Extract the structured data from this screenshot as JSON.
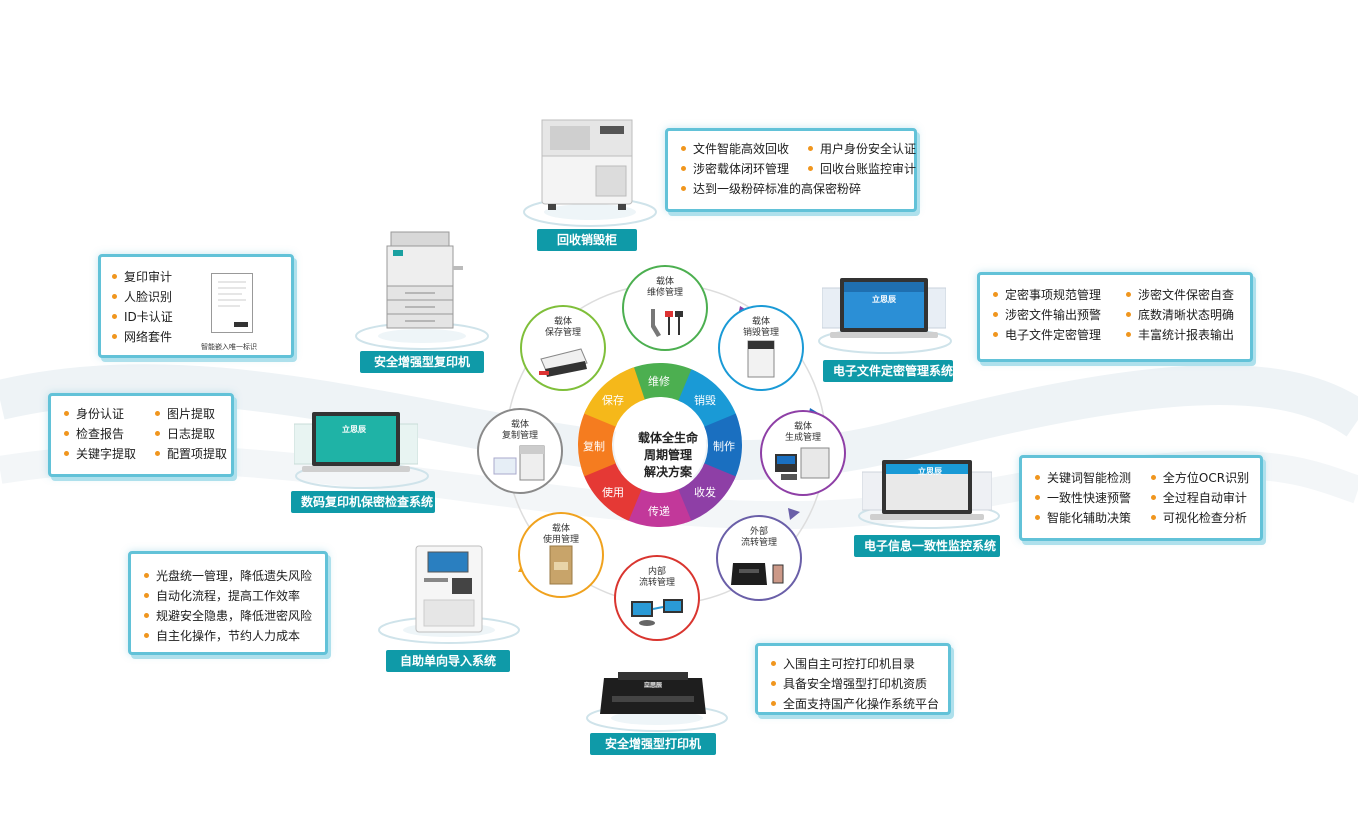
{
  "center": {
    "lines": [
      "载体全生命",
      "周期管理",
      "解决方案"
    ],
    "segments": [
      "维修",
      "销毁",
      "制作",
      "收发",
      "传递",
      "使用",
      "复制",
      "保存"
    ]
  },
  "nodes": [
    {
      "id": "repair",
      "line1": "载体",
      "line2": "维修管理",
      "color": "#4caf50"
    },
    {
      "id": "destroy",
      "line1": "载体",
      "line2": "销毁管理",
      "color": "#1a9ad6"
    },
    {
      "id": "produce",
      "line1": "载体",
      "line2": "生成管理",
      "color": "#8e3fa6"
    },
    {
      "id": "external",
      "line1": "外部",
      "line2": "流转管理",
      "color": "#6a5fa8"
    },
    {
      "id": "internal",
      "line1": "内部",
      "line2": "流转管理",
      "color": "#d9352f"
    },
    {
      "id": "usage",
      "line1": "载体",
      "line2": "使用管理",
      "color": "#f0a21e"
    },
    {
      "id": "copy",
      "line1": "载体",
      "line2": "复制管理",
      "color": "#8a8a8a"
    },
    {
      "id": "preserve",
      "line1": "载体",
      "line2": "保存管理",
      "color": "#7fbf3a"
    }
  ],
  "modules": {
    "recycle": {
      "label": "回收销毁柜",
      "items": [
        "文件智能高效回收",
        "用户身份安全认证",
        "涉密载体闭环管理",
        "回收台账监控审计"
      ],
      "wide_item": "达到一级粉碎标准的高保密粉碎"
    },
    "copier": {
      "label": "安全增强型复印机",
      "items": [
        "复印审计",
        "人脸识别",
        "ID卡认证",
        "网络套件"
      ],
      "doc_caption": "智能嵌入唯一标识"
    },
    "edoc": {
      "label": "电子文件定密管理系统",
      "items": [
        "定密事项规范管理",
        "涉密文件保密自查",
        "涉密文件输出预警",
        "底数清晰状态明确",
        "电子文件定密管理",
        "丰富统计报表输出"
      ],
      "brand": "立思辰"
    },
    "digital_copier": {
      "label": "数码复印机保密检查系统",
      "items": [
        "身份认证",
        "图片提取",
        "检查报告",
        "日志提取",
        "关键字提取",
        "配置项提取"
      ],
      "brand": "立思辰"
    },
    "consistency": {
      "label": "电子信息一致性监控系统",
      "items": [
        "关键词智能检测",
        "全方位OCR识别",
        "一致性快速预警",
        "全过程自动审计",
        "智能化辅助决策",
        "可视化检查分析"
      ],
      "brand": "立思辰"
    },
    "import": {
      "label": "自助单向导入系统",
      "items": [
        "光盘统一管理，降低遗失风险",
        "自动化流程，提高工作效率",
        "规避安全隐患，降低泄密风险",
        "自主化操作，节约人力成本"
      ]
    },
    "printer": {
      "label": "安全增强型打印机",
      "items": [
        "入围自主可控打印机目录",
        "具备安全增强型打印机资质",
        "全面支持国产化操作系统平台"
      ],
      "brand": "立思辰"
    }
  },
  "colors": {
    "teal": "#0f9aa8",
    "box_border": "#62c2d8",
    "bullet": "#f0961e"
  }
}
